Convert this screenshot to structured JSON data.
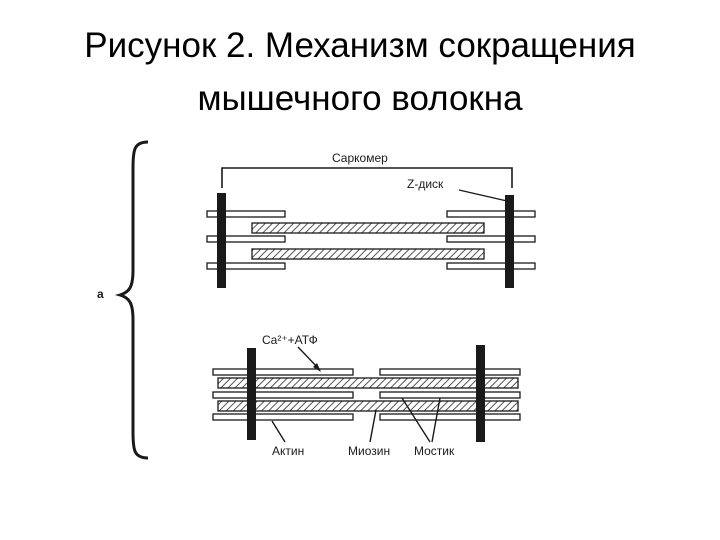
{
  "slide": {
    "title_line1": "Рисунок 2. Механизм сокращения",
    "title_line2": "мышечного волокна"
  },
  "diagram": {
    "panel_letter": "а",
    "relaxed": {
      "sarcomere_label": "Саркомер",
      "z_disc_label": "Z-диск"
    },
    "contracted": {
      "ca_atp_label": "Ca²⁺+АТФ",
      "actin_label": "Актин",
      "myosin_label": "Миозин",
      "bridge_label": "Мостик"
    },
    "colors": {
      "ink": "#1a1a1a",
      "filament_fill": "#ffffff",
      "hatch": "#555555"
    }
  }
}
